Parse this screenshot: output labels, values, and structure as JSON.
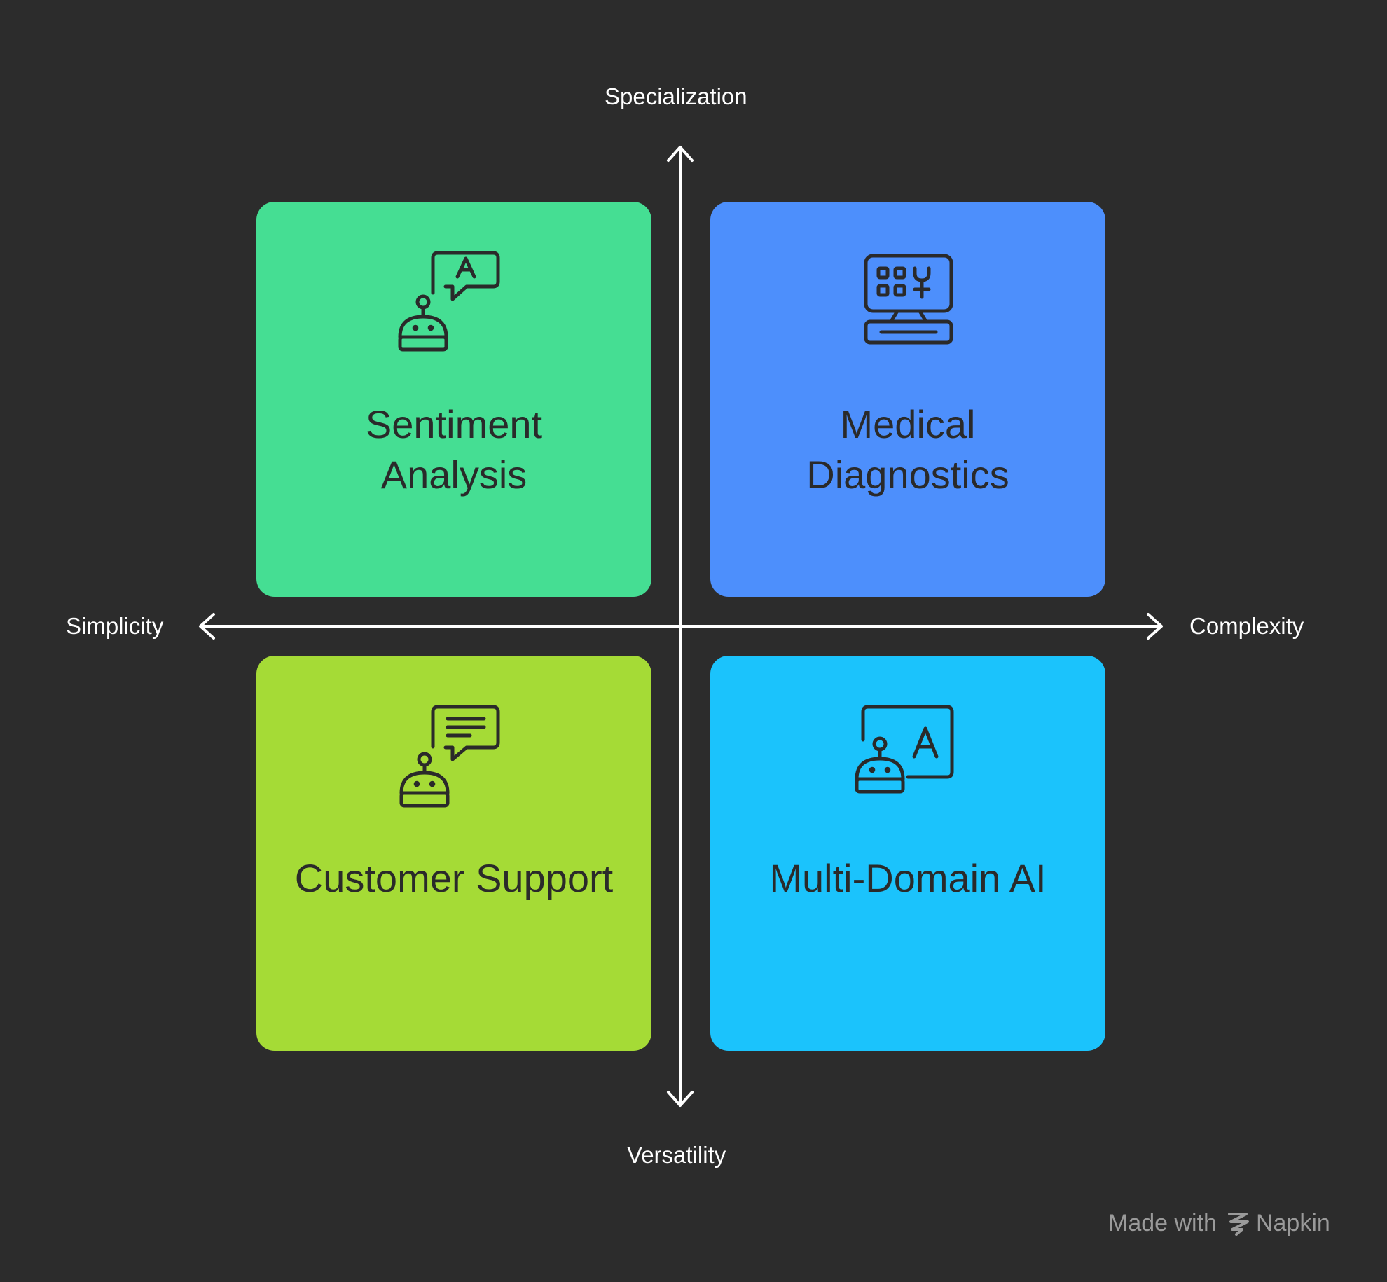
{
  "axes": {
    "top_label": "Specialization",
    "bottom_label": "Versatility",
    "left_label": "Simplicity",
    "right_label": "Complexity"
  },
  "quadrants": [
    {
      "position": "top-left",
      "title_lines": [
        "Sentiment",
        "Analysis"
      ],
      "color": "#45de93",
      "icon": "robot-speech-letter-icon"
    },
    {
      "position": "top-right",
      "title_lines": [
        "Medical",
        "Diagnostics"
      ],
      "color": "#4d8ffc",
      "icon": "computer-keyboard-icon"
    },
    {
      "position": "bottom-left",
      "title_lines": [
        "Customer Support"
      ],
      "color": "#a5db36",
      "icon": "robot-chat-icon"
    },
    {
      "position": "bottom-right",
      "title_lines": [
        "Multi-Domain AI"
      ],
      "color": "#1bc3fc",
      "icon": "robot-screen-letter-icon"
    }
  ],
  "colors": {
    "background": "#2c2c2c",
    "axis": "#ffffff",
    "icon_stroke": "#2a2a2a"
  },
  "footer": {
    "made_with": "Made with",
    "brand": "Napkin"
  }
}
